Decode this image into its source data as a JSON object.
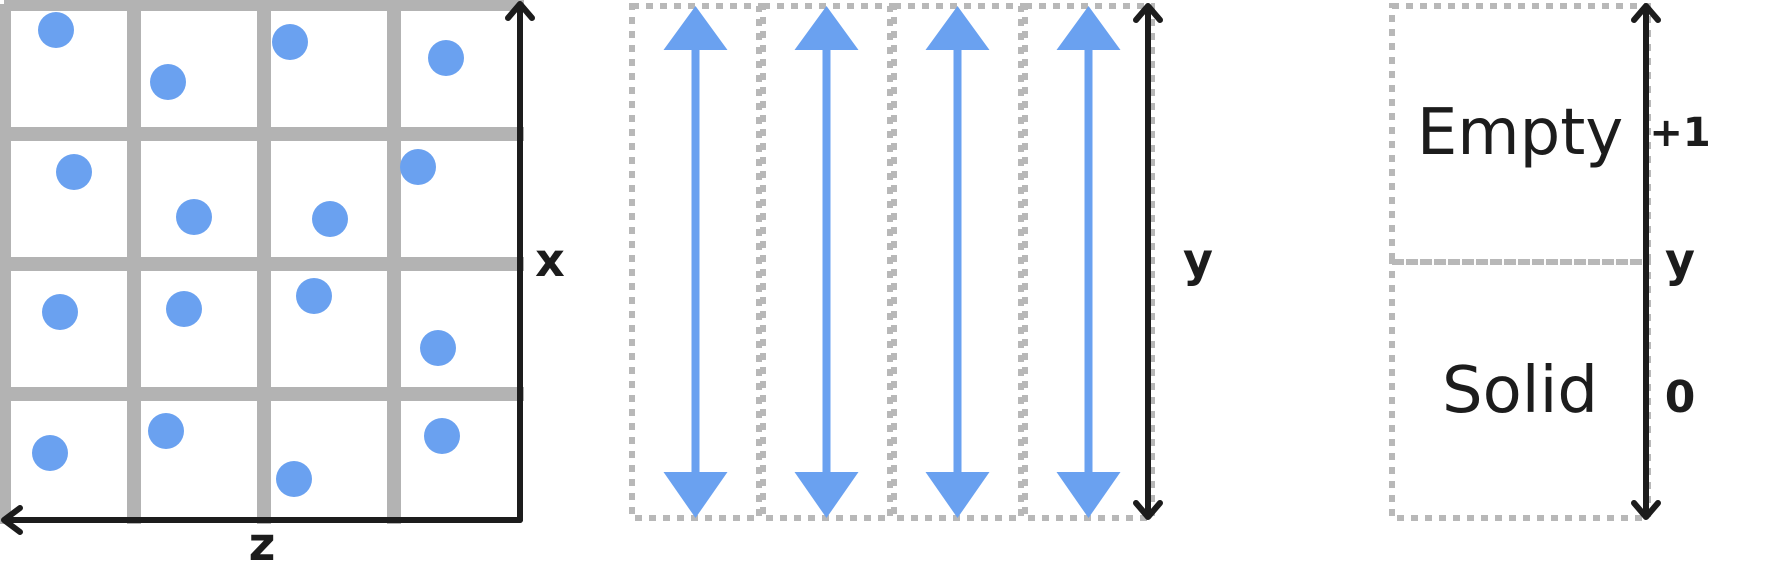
{
  "colors": {
    "grid": "#b3b3b3",
    "point": "#6aa1f0",
    "axis": "#1c1c1c",
    "dashed": "#b8b8b8",
    "background": "#ffffff"
  },
  "left_panel": {
    "grid_rows": 4,
    "grid_cols": 4,
    "axis_x_label": "x",
    "axis_z_label": "z"
  },
  "middle_panel": {
    "column_count": 4,
    "axis_y_label": "y"
  },
  "right_panel": {
    "top_cell_label": "Empty",
    "bottom_cell_label": "Solid",
    "tick_top_label": "+1",
    "tick_mid_label": "y",
    "tick_bottom_label": "0"
  }
}
